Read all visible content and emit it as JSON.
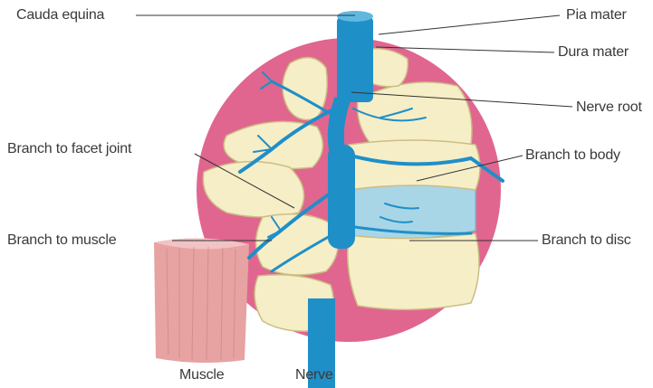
{
  "labels": {
    "cauda_equina": "Cauda equina",
    "pia_mater": "Pia mater",
    "dura_mater": "Dura mater",
    "nerve_root": "Nerve root",
    "branch_facet": "Branch to facet joint",
    "branch_body": "Branch to body",
    "branch_muscle": "Branch to muscle",
    "branch_disc": "Branch to disc",
    "muscle": "Muscle",
    "nerve": "Nerve"
  },
  "colors": {
    "background_circle": "#e0668f",
    "bone": "#f6eec6",
    "bone_shade": "#dcd09a",
    "nerve": "#1f8fc8",
    "nerve_light": "#5fb8e0",
    "disc": "#a8d6e6",
    "muscle": "#e7a2a2",
    "leader_line": "#333333"
  }
}
